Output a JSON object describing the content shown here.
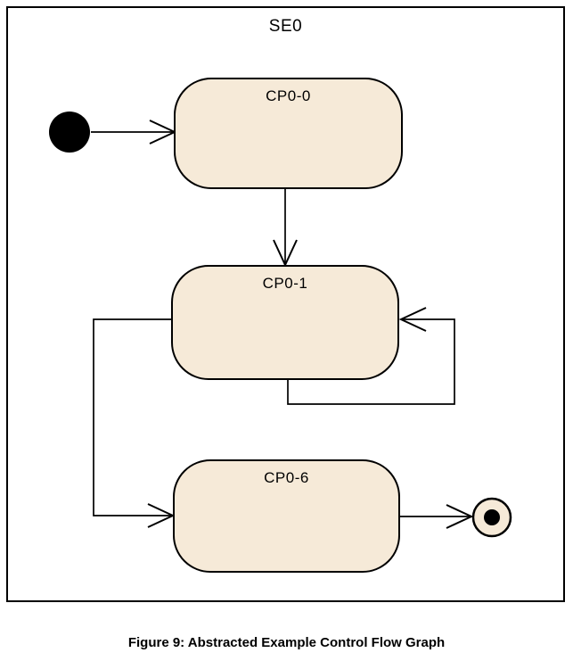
{
  "figure": {
    "caption": "Figure 9: Abstracted Example Control Flow Graph"
  },
  "diagram": {
    "title": "SE0",
    "nodes": [
      {
        "label": "CP0-0"
      },
      {
        "label": "CP0-1"
      },
      {
        "label": "CP0-6"
      }
    ],
    "states": {
      "initial": "filled-black-circle",
      "final": "bullseye-circle"
    },
    "edges": [
      {
        "from": "initial",
        "to": "CP0-0"
      },
      {
        "from": "CP0-0",
        "to": "CP0-1"
      },
      {
        "from": "CP0-1",
        "to": "CP0-1",
        "note": "self-loop"
      },
      {
        "from": "CP0-1",
        "to": "CP0-6"
      },
      {
        "from": "CP0-6",
        "to": "final"
      }
    ],
    "colors": {
      "node_fill": "#F6EAD8",
      "stroke": "#000000",
      "background": "#FFFFFF"
    }
  }
}
